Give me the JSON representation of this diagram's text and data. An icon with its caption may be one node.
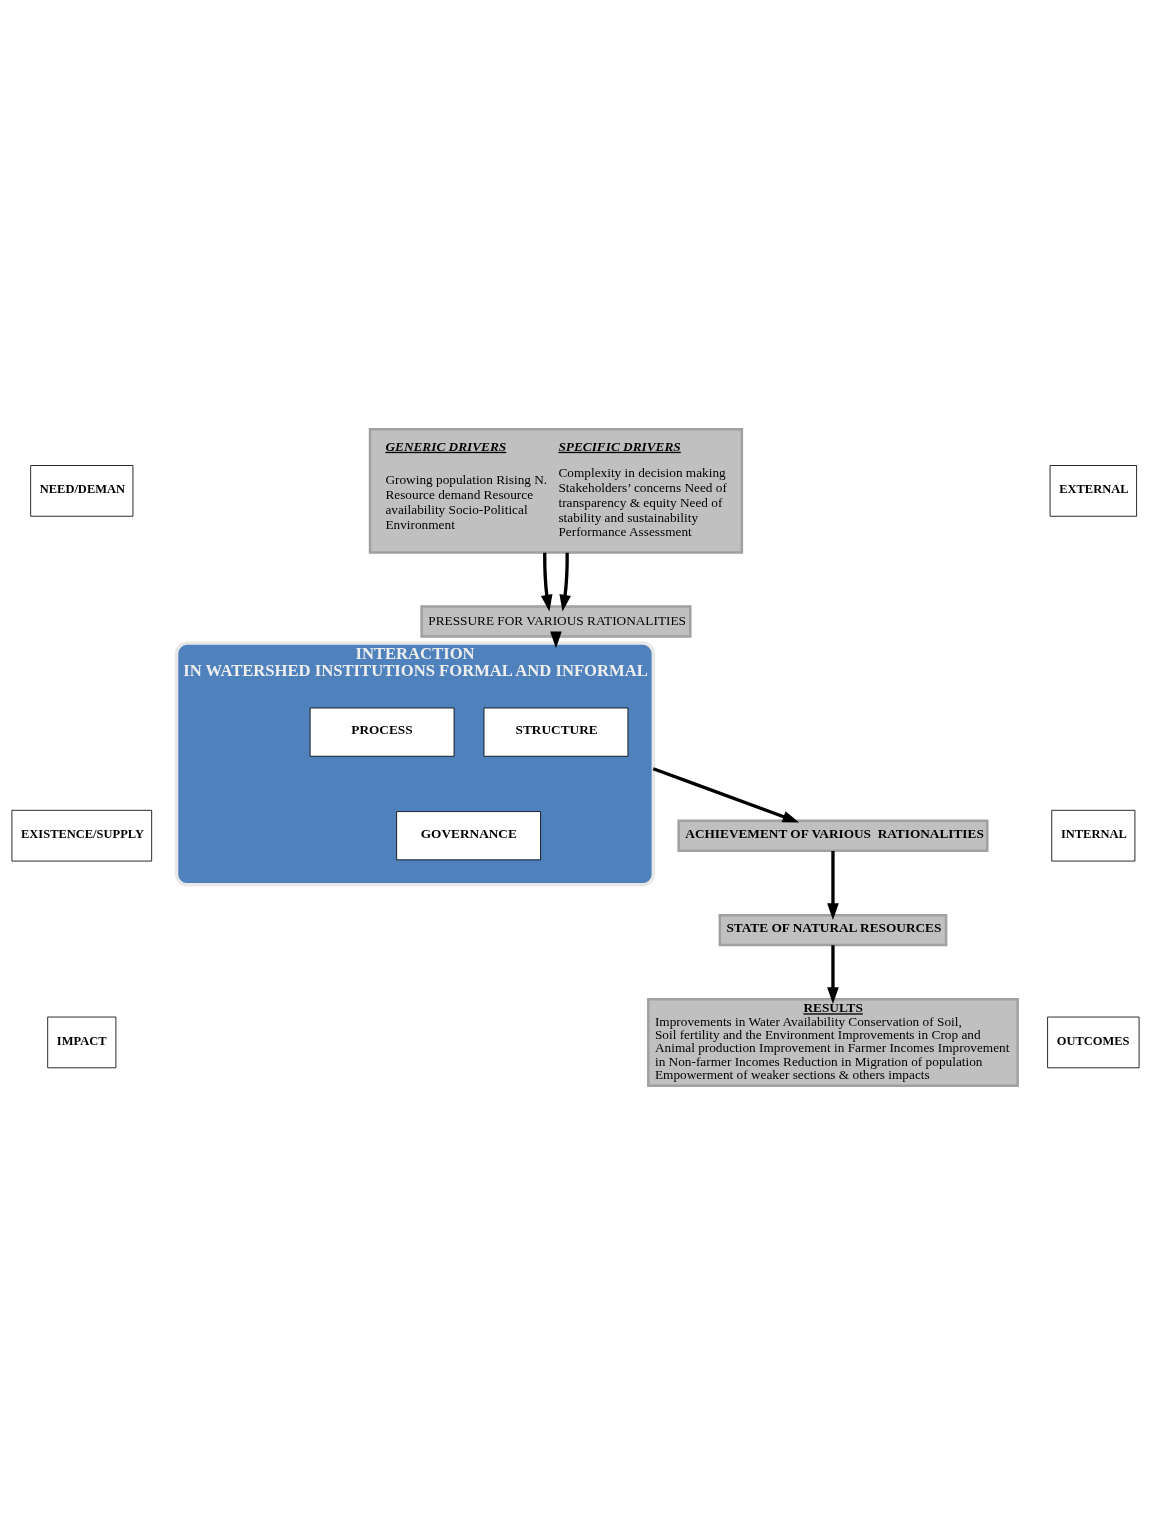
{
  "diagram": {
    "nodes": [
      {
        "text": [
          "GENERIC DRIVERS",
          "SPECIFIC DRIVERS",
          "Growing population Rising N. Resource demand Resource availability Socio-Political Environment",
          "Complexity in decision making Stakeholders’ concerns Need of transparency & equity Need of stability and sustainability Performance Assessment"
        ]
      },
      {
        "text": [
          "PRESSURE FOR VARIOUS RATIONALITIES"
        ]
      },
      {
        "text": [
          "INTERACTION",
          "IN WATERSHED INSTITUTIONS FORMAL AND INFORMAL"
        ]
      },
      {
        "text": [
          "STRUCTURE"
        ],
        "in": 2
      },
      {
        "text": [
          "PROCESS"
        ],
        "in": 2
      },
      {
        "text": [
          "GOVERNANCE"
        ],
        "in": 2
      },
      {
        "text": [
          "ACHIEVEMENT OF VARIOUS  RATIONALITIES"
        ]
      },
      {
        "text": [
          "STATE OF NATURAL RESOURCES"
        ]
      },
      {
        "text": [
          "RESULTS",
          "Improvements in Water Availability Conservation of Soil, Soil fertility and the Environment Improvements in Crop and Animal production Improvement in Farmer Incomes Improvement in Non-farmer Incomes Reduction in Migration of population Empowerment of weaker sections & others impacts"
        ]
      },
      {
        "text": [
          "NEED/DEMAN"
        ]
      },
      {
        "text": [
          "EXTERNAL"
        ]
      },
      {
        "text": [
          "EXISTENCE/SUPPLY"
        ]
      },
      {
        "text": [
          "INTERNAL"
        ]
      },
      {
        "text": [
          "IMPACT"
        ]
      },
      {
        "text": [
          "OUTCOMES"
        ]
      }
    ],
    "edges": [
      {
        "from": 0,
        "to": 1,
        "arrow": "to"
      },
      {
        "from": 0,
        "to": 1,
        "arrow": "to"
      },
      {
        "from": 1,
        "to": 2,
        "arrow": "to"
      },
      {
        "from": 2,
        "to": 6,
        "arrow": "to"
      },
      {
        "from": 6,
        "to": 7,
        "arrow": "to"
      },
      {
        "from": 7,
        "to": 8,
        "arrow": "to"
      }
    ]
  }
}
